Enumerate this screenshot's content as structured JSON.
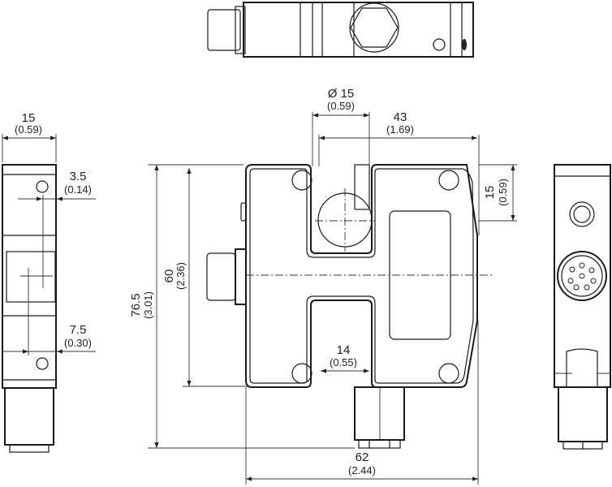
{
  "drawing": {
    "views": [
      "top-view",
      "side-view-left",
      "front-view",
      "side-view-right"
    ],
    "dimensions": {
      "bore_diameter": {
        "mm": "Ø 15",
        "in": "(0.59)"
      },
      "width_43": {
        "mm": "43",
        "in": "(1.69)"
      },
      "offset_15": {
        "mm": "15",
        "in": "(0.59)"
      },
      "height_76_5": {
        "mm": "76.5",
        "in": "(3.01)"
      },
      "height_60": {
        "mm": "60",
        "in": "(2.36)"
      },
      "slot_14": {
        "mm": "14",
        "in": "(0.55)"
      },
      "width_62": {
        "mm": "62",
        "in": "(2.44)"
      },
      "depth_15": {
        "mm": "15",
        "in": "(0.59)"
      },
      "hole_3_5": {
        "mm": "3.5",
        "in": "(0.14)"
      },
      "hole_7_5": {
        "mm": "7.5",
        "in": "(0.30)"
      }
    }
  }
}
